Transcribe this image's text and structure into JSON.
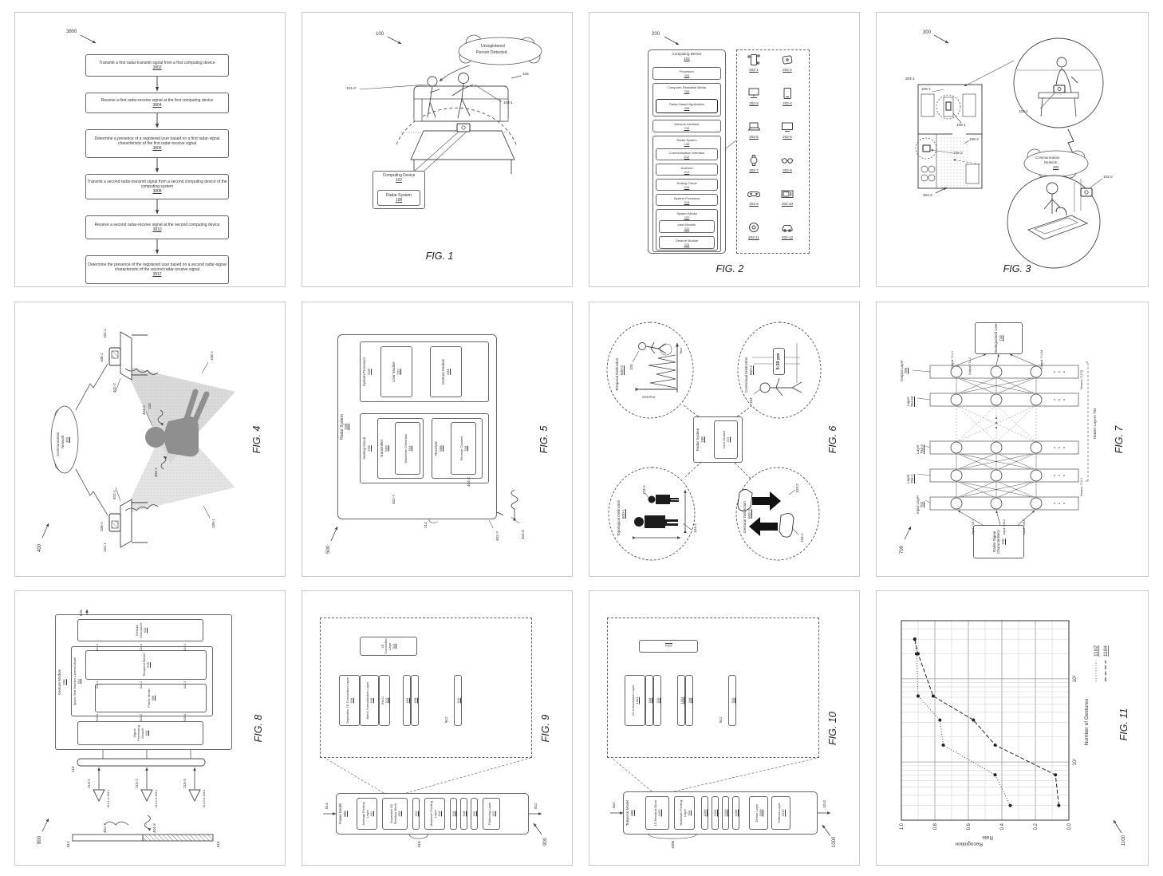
{
  "caps": {
    "f1": "FIG. 1",
    "f2": "FIG. 2",
    "f3": "FIG. 3",
    "f4": "FIG. 4",
    "f5": "FIG. 5",
    "f6": "FIG. 6",
    "f7": "FIG. 7",
    "f8": "FIG. 8",
    "f9": "FIG. 9",
    "f10": "FIG. 10",
    "f11": "FIG. 11"
  },
  "f38": {
    "ref": "3800",
    "steps": [
      {
        "t": "Transmit a first radar-transmit signal from a first computing device",
        "n": "3802"
      },
      {
        "t": "Receive a first radar-receive signal at the first computing device",
        "n": "3804"
      },
      {
        "t": "Determine a presence of a registered user based on a first radar-signal characteristic of the first radar-receive signal",
        "n": "3806"
      },
      {
        "t": "Transmit a second radar-transmit signal from a second computing device of the computing system",
        "n": "3808"
      },
      {
        "t": "Receive a second radar-receive signal at the second computing device",
        "n": "3810"
      },
      {
        "t": "Determine the presence of the registered user based on a second radar-signal characteristic of the second radar-receive signal",
        "n": "3812"
      }
    ]
  },
  "f1": {
    "ref": "100",
    "cloud1": "Unregistered",
    "cloud2": "Person Detected",
    "dome": "106",
    "p1": "104-1",
    "p2": "104-2",
    "box": {
      "t": "Computing Device",
      "n": "102"
    },
    "inner": {
      "t": "Radar System",
      "n": "108"
    }
  },
  "f2": {
    "ref": "200",
    "title": {
      "t": "Computing Device",
      "n": "102"
    },
    "proc": {
      "t": "Processor",
      "n": "204"
    },
    "crm": {
      "t": "Computer-Readable Media",
      "n": "206"
    },
    "rba": {
      "t": "Radar-Based Application",
      "n": "208"
    },
    "ni": {
      "t": "Network Interface",
      "n": "210"
    },
    "rs": {
      "t": "Radar System",
      "n": "108"
    },
    "ci": {
      "t": "Communication Interface",
      "n": "212"
    },
    "ant": {
      "t": "Antenna",
      "n": "214"
    },
    "ac": {
      "t": "Analog Circuit",
      "n": "216"
    },
    "sp": {
      "t": "System Processor",
      "n": "218"
    },
    "sm": {
      "t": "System Media",
      "n": "220"
    },
    "um": {
      "t": "User Module",
      "n": "222"
    },
    "gm": {
      "t": "Gesture Module",
      "n": "224"
    },
    "devices": [
      {
        "id": "202-1",
        "icon": "smartphone"
      },
      {
        "id": "202-2",
        "icon": "smart-display"
      },
      {
        "id": "202-3",
        "icon": "desktop-computer"
      },
      {
        "id": "202-4",
        "icon": "tablet"
      },
      {
        "id": "202-5",
        "icon": "laptop"
      },
      {
        "id": "202-6",
        "icon": "television"
      },
      {
        "id": "202-7",
        "icon": "smartwatch"
      },
      {
        "id": "202-8",
        "icon": "smart-glasses"
      },
      {
        "id": "202-9",
        "icon": "game-controller"
      },
      {
        "id": "202-10",
        "icon": "microwave"
      },
      {
        "id": "202-11",
        "icon": "speaker"
      },
      {
        "id": "202-12",
        "icon": "vehicle"
      }
    ]
  },
  "f3": {
    "ref": "300",
    "l3041": "304-1",
    "l3042": "304-2",
    "l1061": "106-1",
    "l1081": "108-1",
    "l1082": "108-2",
    "l1062": "106-2",
    "l1021": "102-1",
    "l1022": "102-2",
    "cloud": {
      "t1": "Communication",
      "t2": "Network",
      "n": "302"
    }
  },
  "f4": {
    "ref": "400",
    "cloud": {
      "t1": "Communication",
      "t2": "Network",
      "n": "302"
    },
    "l1021": "102-1",
    "l1061": "106-1",
    "l1022": "102-2",
    "l1062": "106-2",
    "l4021": "402-1",
    "l4041": "404-1",
    "l1081": "108-1",
    "l4022": "402-2",
    "l4042": "404-2",
    "l1082": "108-2",
    "l104": "104"
  },
  "f5": {
    "ref": "500",
    "outer": {
      "t": "Radar System",
      "n": "108"
    },
    "sp": {
      "t": "System Processor",
      "n": "218"
    },
    "um": {
      "t": "User Module",
      "n": "222"
    },
    "gm": {
      "t": "Gesture Module",
      "n": "224"
    },
    "ac": {
      "t": "Analog Circuit",
      "n": "216"
    },
    "tx": {
      "t": "Transmitter",
      "n": "502"
    },
    "wg": {
      "t": "Waveform Generator",
      "n": "504"
    },
    "rx": {
      "t": "Receiver",
      "n": "506"
    },
    "rc": {
      "t": "Receive Channel",
      "n": "508"
    },
    "ant": "214",
    "wy": "402-Y",
    "wz": "404-Z"
  },
  "f6": {
    "rs": {
      "t": "Radar System",
      "n": "108"
    },
    "um": {
      "t": "User Module",
      "n": "222"
    },
    "e1": {
      "t": "Topological Distinction",
      "n": "600-1",
      "a": "104-1",
      "b": "104-2"
    },
    "e2": {
      "t": "Temporal Distinction",
      "n": "600-2",
      "amp": "Amplitude",
      "time": "Time",
      "p": "104"
    },
    "e3": {
      "t": "Gestural Distinction",
      "n": "600-3",
      "a": "104-1",
      "b": "104-2"
    },
    "e4": {
      "t": "Contextual Distinction",
      "n": "600-4",
      "sign": "5:30 pm",
      "p": "104"
    }
  },
  "f7": {
    "ref": "700",
    "inbox": {
      "t": "Radar-Signal Characteristics",
      "n": "710"
    },
    "outbox": {
      "t": "Distinguished User",
      "n": "716"
    },
    "layers": [
      {
        "t": "Input Layer",
        "n": "702"
      },
      {
        "t": "Layer",
        "n": "704-1"
      },
      {
        "t": "Layer",
        "n": "704-2"
      },
      {
        "t": "Layer",
        "n": "704-M"
      },
      {
        "t": "Output Layer",
        "n": "706"
      }
    ],
    "inputs": [
      "Input 708-1",
      "Input 708-2",
      "Input 708-N"
    ],
    "outputs": [
      "Output 714-1",
      "Output 714-2",
      "Output 714-M"
    ],
    "neurons": [
      "Neuron 712-1",
      "Neuron 712-Q"
    ],
    "hidden": "Hidden Layers 704"
  },
  "f8": {
    "ref": "800",
    "l814": "814",
    "l816": "816",
    "wy": "402-Y",
    "wz": "404-Z",
    "l216": "216",
    "out": "626",
    "ants": [
      "214-1",
      "214-2",
      "214-3"
    ],
    "alabels": [
      "612-1 or 618-1",
      "612-2 or 618-2",
      "612-3 or 618-3"
    ],
    "gm": {
      "t": "Gesture Module",
      "n": "224"
    },
    "spm": {
      "t": "Signal Processing Module",
      "n": "604"
    },
    "stm": {
      "t": "Space-Time Machine-Learned Model",
      "n": "602"
    },
    "fm": {
      "t": "Frame Model",
      "n": "606"
    },
    "tm": {
      "t": "Temporal Model",
      "n": "608"
    },
    "gd": {
      "t": "Gesture Debouncer",
      "n": "610"
    },
    "a620": [
      "620-1",
      "620-2",
      "620-3"
    ],
    "a622": [
      "622-1",
      "622-2",
      "622-3"
    ],
    "a624": [
      "624-1",
      "624-2",
      "624-3"
    ]
  },
  "f9": {
    "ref": "900",
    "in": "814",
    "out": "922",
    "hdr": {
      "t": "Frame Model",
      "n": "606"
    },
    "apl": {
      "t": "Average Pooling Layer",
      "n": "902"
    },
    "srb": {
      "t": "Separable 2D Residual Block",
      "n": "904"
    },
    "s904": "904",
    "mpl": {
      "t": "Maximum Pooling Layer",
      "n": "916"
    },
    "s918a": "918",
    "s918b": "918",
    "s906": "906",
    "fl": {
      "t": "Flattening Layer",
      "n": "920"
    },
    "brace": "918",
    "d1": {
      "t": "Separable 2D Convolution Layer",
      "n": "906"
    },
    "d2": {
      "t": "Batch Normalization Layer",
      "n": "908"
    },
    "d3": {
      "t": "ReLU",
      "n": "910"
    },
    "d4": "906",
    "d5": "908",
    "skip": {
      "t": "2D Convolution Layer",
      "n": "914"
    },
    "adder": "912",
    "outstrip": "910"
  },
  "f10": {
    "ref": "1000",
    "in": "922",
    "out": "1012",
    "hdr": {
      "t": "Temporal Model",
      "n": "608"
    },
    "rb": {
      "t": "1D Residual Block",
      "n": "1002"
    },
    "mpl": {
      "t": "Maximum Pooling Layer",
      "n": "914"
    },
    "strips": [
      "1006",
      "1006",
      "1006",
      "1006"
    ],
    "dense": {
      "t": "Dense Layer",
      "n": "1008"
    },
    "soft": {
      "t": "Softmax Layer",
      "n": "1010"
    },
    "brace": "1006",
    "d1": {
      "t": "1D Convolution Layer",
      "n": "1004"
    },
    "d2": "908",
    "d3": "910",
    "d4": "1004",
    "d5": "908",
    "skip": "1004",
    "adder": "912",
    "outstrip": "910"
  },
  "f11": {
    "ref": "1100",
    "ylabel_l1": "Recognition",
    "ylabel_l2": "Rate"
  },
  "chart_data": {
    "type": "line",
    "title": "",
    "xlabel": "Number of Gestures",
    "ylabel": "Recognition Rate",
    "x_scale": "log",
    "xlim": [
      2,
      500
    ],
    "ylim": [
      0,
      1
    ],
    "grid": true,
    "legend_position": "bottom-right",
    "xticks": [
      {
        "v": 10,
        "label": "10¹"
      },
      {
        "v": 100,
        "label": "10²"
      }
    ],
    "yticks": [
      0,
      0.2,
      0.4,
      0.6,
      0.8,
      1.0
    ],
    "x": [
      3,
      7,
      16,
      32,
      62,
      200,
      300
    ],
    "series": [
      {
        "name": "1102",
        "style": "dotted",
        "values": [
          0.35,
          0.44,
          0.75,
          0.77,
          0.9,
          0.91,
          0.92
        ]
      },
      {
        "name": "1104",
        "style": "dashed",
        "values": [
          0.06,
          0.08,
          0.44,
          0.57,
          0.81,
          0.9,
          0.92
        ]
      }
    ]
  }
}
